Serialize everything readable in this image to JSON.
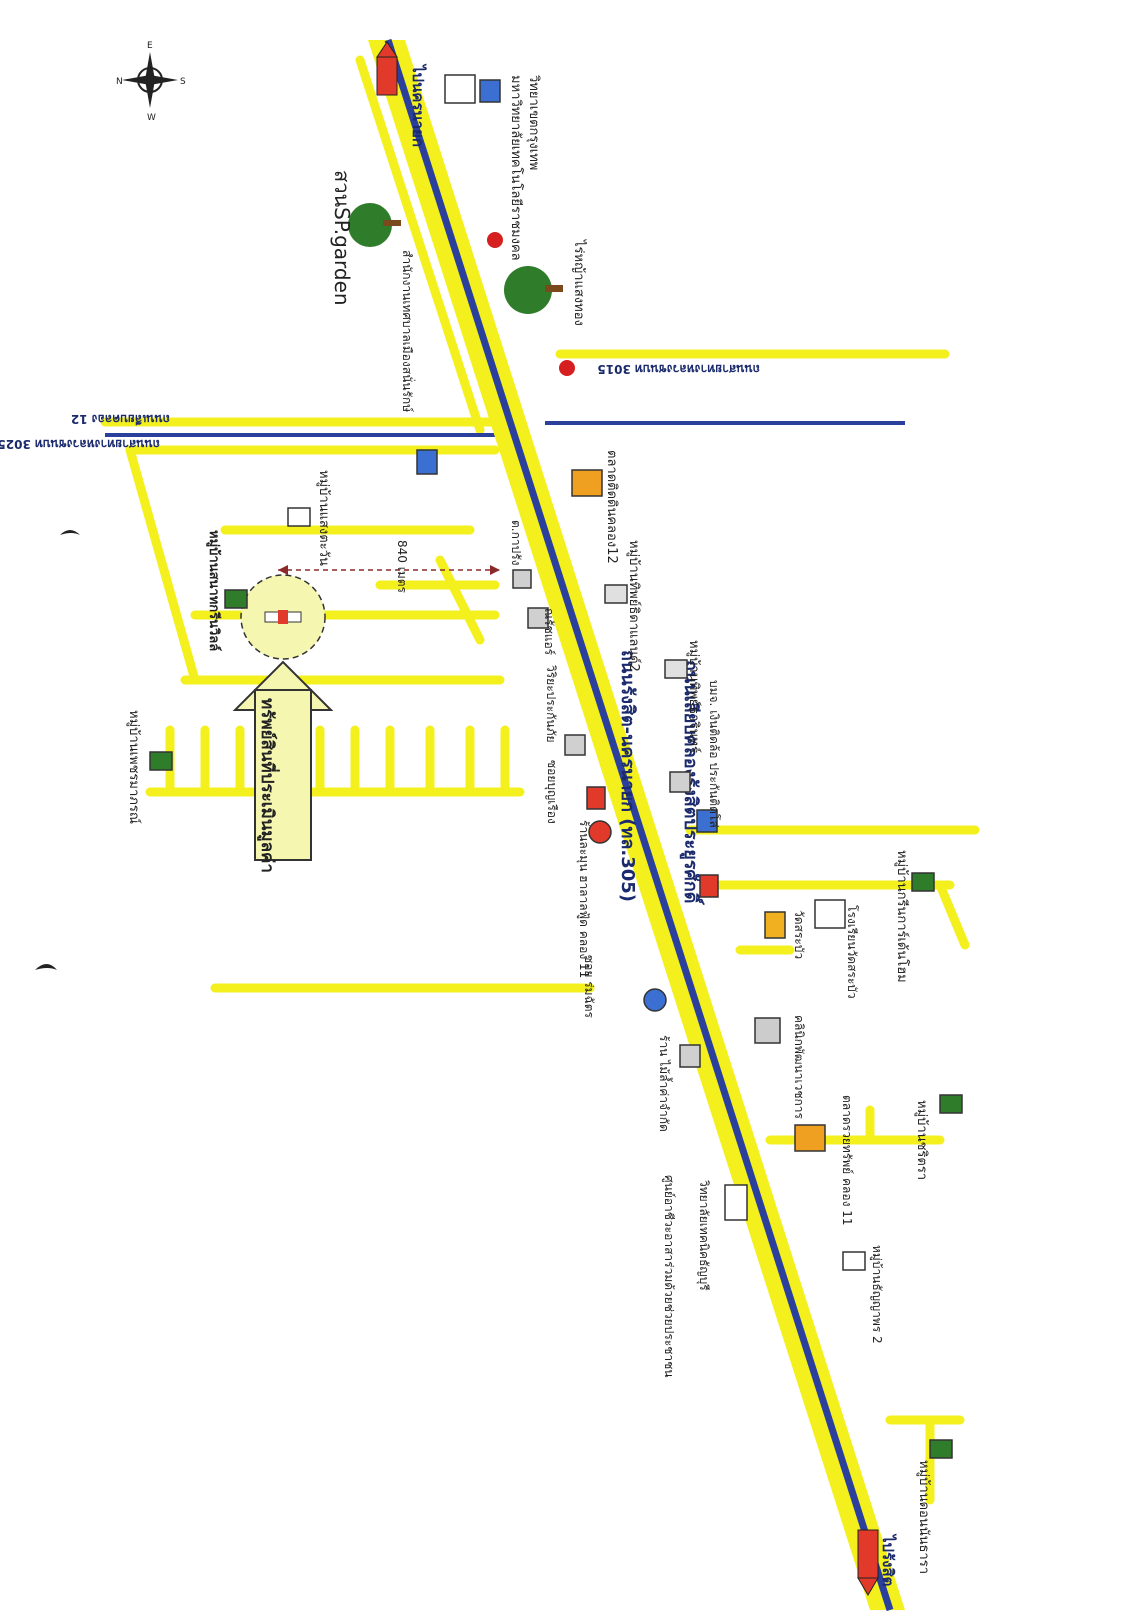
{
  "map": {
    "colors": {
      "road": "#f3f01e",
      "road_edge": "#d9d400",
      "canal": "#2b3f9c",
      "arrow": "#e23a2a",
      "tree": "#2f7d2a",
      "marker": "#d62020"
    },
    "compass": {
      "n": "N",
      "e": "E",
      "s": "S",
      "w": "W"
    },
    "main_road": {
      "name": "ถนนรังสิต-นครนายก (ทล.305)",
      "name2": "ถนนเลียบคลองรังสิตประยูรศักดิ์",
      "dir_top": "ไปนครนายก",
      "dir_bottom": "ไปรังสิต"
    },
    "roads": {
      "r3025": "ถนนสายทางหลวงชนบท 3025",
      "r12": "ถนนเลียบคลอง 12",
      "r3015": "ถนนสายทางหลวงชนบท 3015"
    },
    "subject": {
      "label": "ทรัพย์สินที่ประเมินมูลค่า",
      "distance": "840 เมตร"
    },
    "places": {
      "sp_garden": "สวนSP.garden",
      "rmutk": "มหาวิทยาลัยเทคโนโลยีราชมงคล",
      "rmutk2": "วิทยาเขตกรุงเทพ",
      "bansang": "ไร่หญ้าแสงทอง",
      "municipal": "สำนักงานเทศบาลเมืองสนั่นรักษ์",
      "market12": "ตลาดติดดินคลอง12",
      "saengtawan": "หมู่บ้านแสงตะวัน",
      "green_ville": "หมู่บ้านสนาทกรีนวิลล์",
      "khwang": "ต.กาปรัง",
      "rachaair": "ณรัชแอร์",
      "thip_land": "หมู่บ้านทิพย์ธิดาแลนด์2",
      "thip": "หมู่บ้านทิพย์ธารินทร์",
      "loan": "บมจ. เงินติดล้อ ประกันติดโล่",
      "wiriya": "วิริยะประกันภัย",
      "phetmaporn": "หมู่บ้านเพชรมาภรณ์",
      "sarn": "ร้านละมุน ฮาลาลฟู้ด คลอง 11",
      "soi": "ซอย ร่มฉัตร",
      "soi2": "ซอยบุญเรือง",
      "wat": "วัดสระบัว",
      "school": "โรงเรียนวัดสระบัว",
      "green_don": "หมู่บ้านกรีนการ์เด้นโฮม",
      "clinic": "คลินิกพัฒนาเวชการ",
      "shop": "ร้าน ไม้ล้ำค่าจำกัด",
      "market11": "ตลาดรวยทรัพย์ คลอง 11",
      "charita": "หมู่บ้านชริตรา",
      "center": "ศูนย์อาชีวะอาสาร่วมด้วยช่วยประชาชน",
      "tech": "วิทยาลัยเทคนิคธัญบุรี",
      "thanya": "หมู่บ้านธัญญาพร 2",
      "donnantara": "หมู่บ้านดอนนันธารา"
    }
  }
}
